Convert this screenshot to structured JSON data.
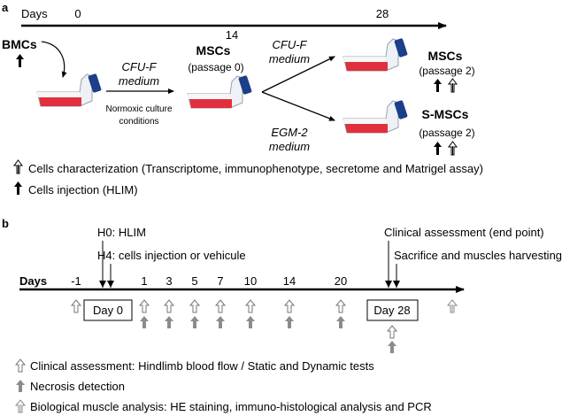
{
  "panel_a": {
    "label": "a",
    "days_label": "Days",
    "day_ticks": [
      "0",
      "14",
      "28"
    ],
    "bmcs": "BMCs",
    "medium_1_line1": "CFU-F",
    "medium_1_line2": "medium",
    "normoxic_line1": "Normoxic culture",
    "normoxic_line2": "conditions",
    "mscs_p0_title": "MSCs",
    "mscs_p0_sub": "(passage 0)",
    "medium_2_line1": "CFU-F",
    "medium_2_line2": "medium",
    "medium_3_line1": "EGM-2",
    "medium_3_line2": "medium",
    "mscs_p2_title": "MSCs",
    "mscs_p2_sub": "(passage 2)",
    "smscs_title": "S-MSCs",
    "smscs_sub": "(passage 2)",
    "legend_characterization": "Cells characterization (Transcriptome, immunophenotype, secretome and Matrigel assay)",
    "legend_injection": "Cells injection (HLIM)"
  },
  "panel_b": {
    "label": "b",
    "h0": "H0: HLIM",
    "h4": "H4: cells injection or vehicule",
    "clinical_end": "Clinical assessment (end point)",
    "sacrifice": "Sacrifice and muscles harvesting",
    "days_label": "Days",
    "day_ticks": [
      "-1",
      "Day 0",
      "1",
      "3",
      "5",
      "7",
      "10",
      "14",
      "20",
      "Day 28"
    ],
    "legend_clinical": "Clinical assessment: Hindlimb blood flow / Static and Dynamic tests",
    "legend_necrosis": "Necrosis detection",
    "legend_biological": "Biological muscle analysis: HE staining, immuno-histological analysis and PCR"
  },
  "colors": {
    "flask_red": "#e0303d",
    "flask_cap": "#1c3f8a",
    "gray_arrow": "#8c8c8c"
  }
}
